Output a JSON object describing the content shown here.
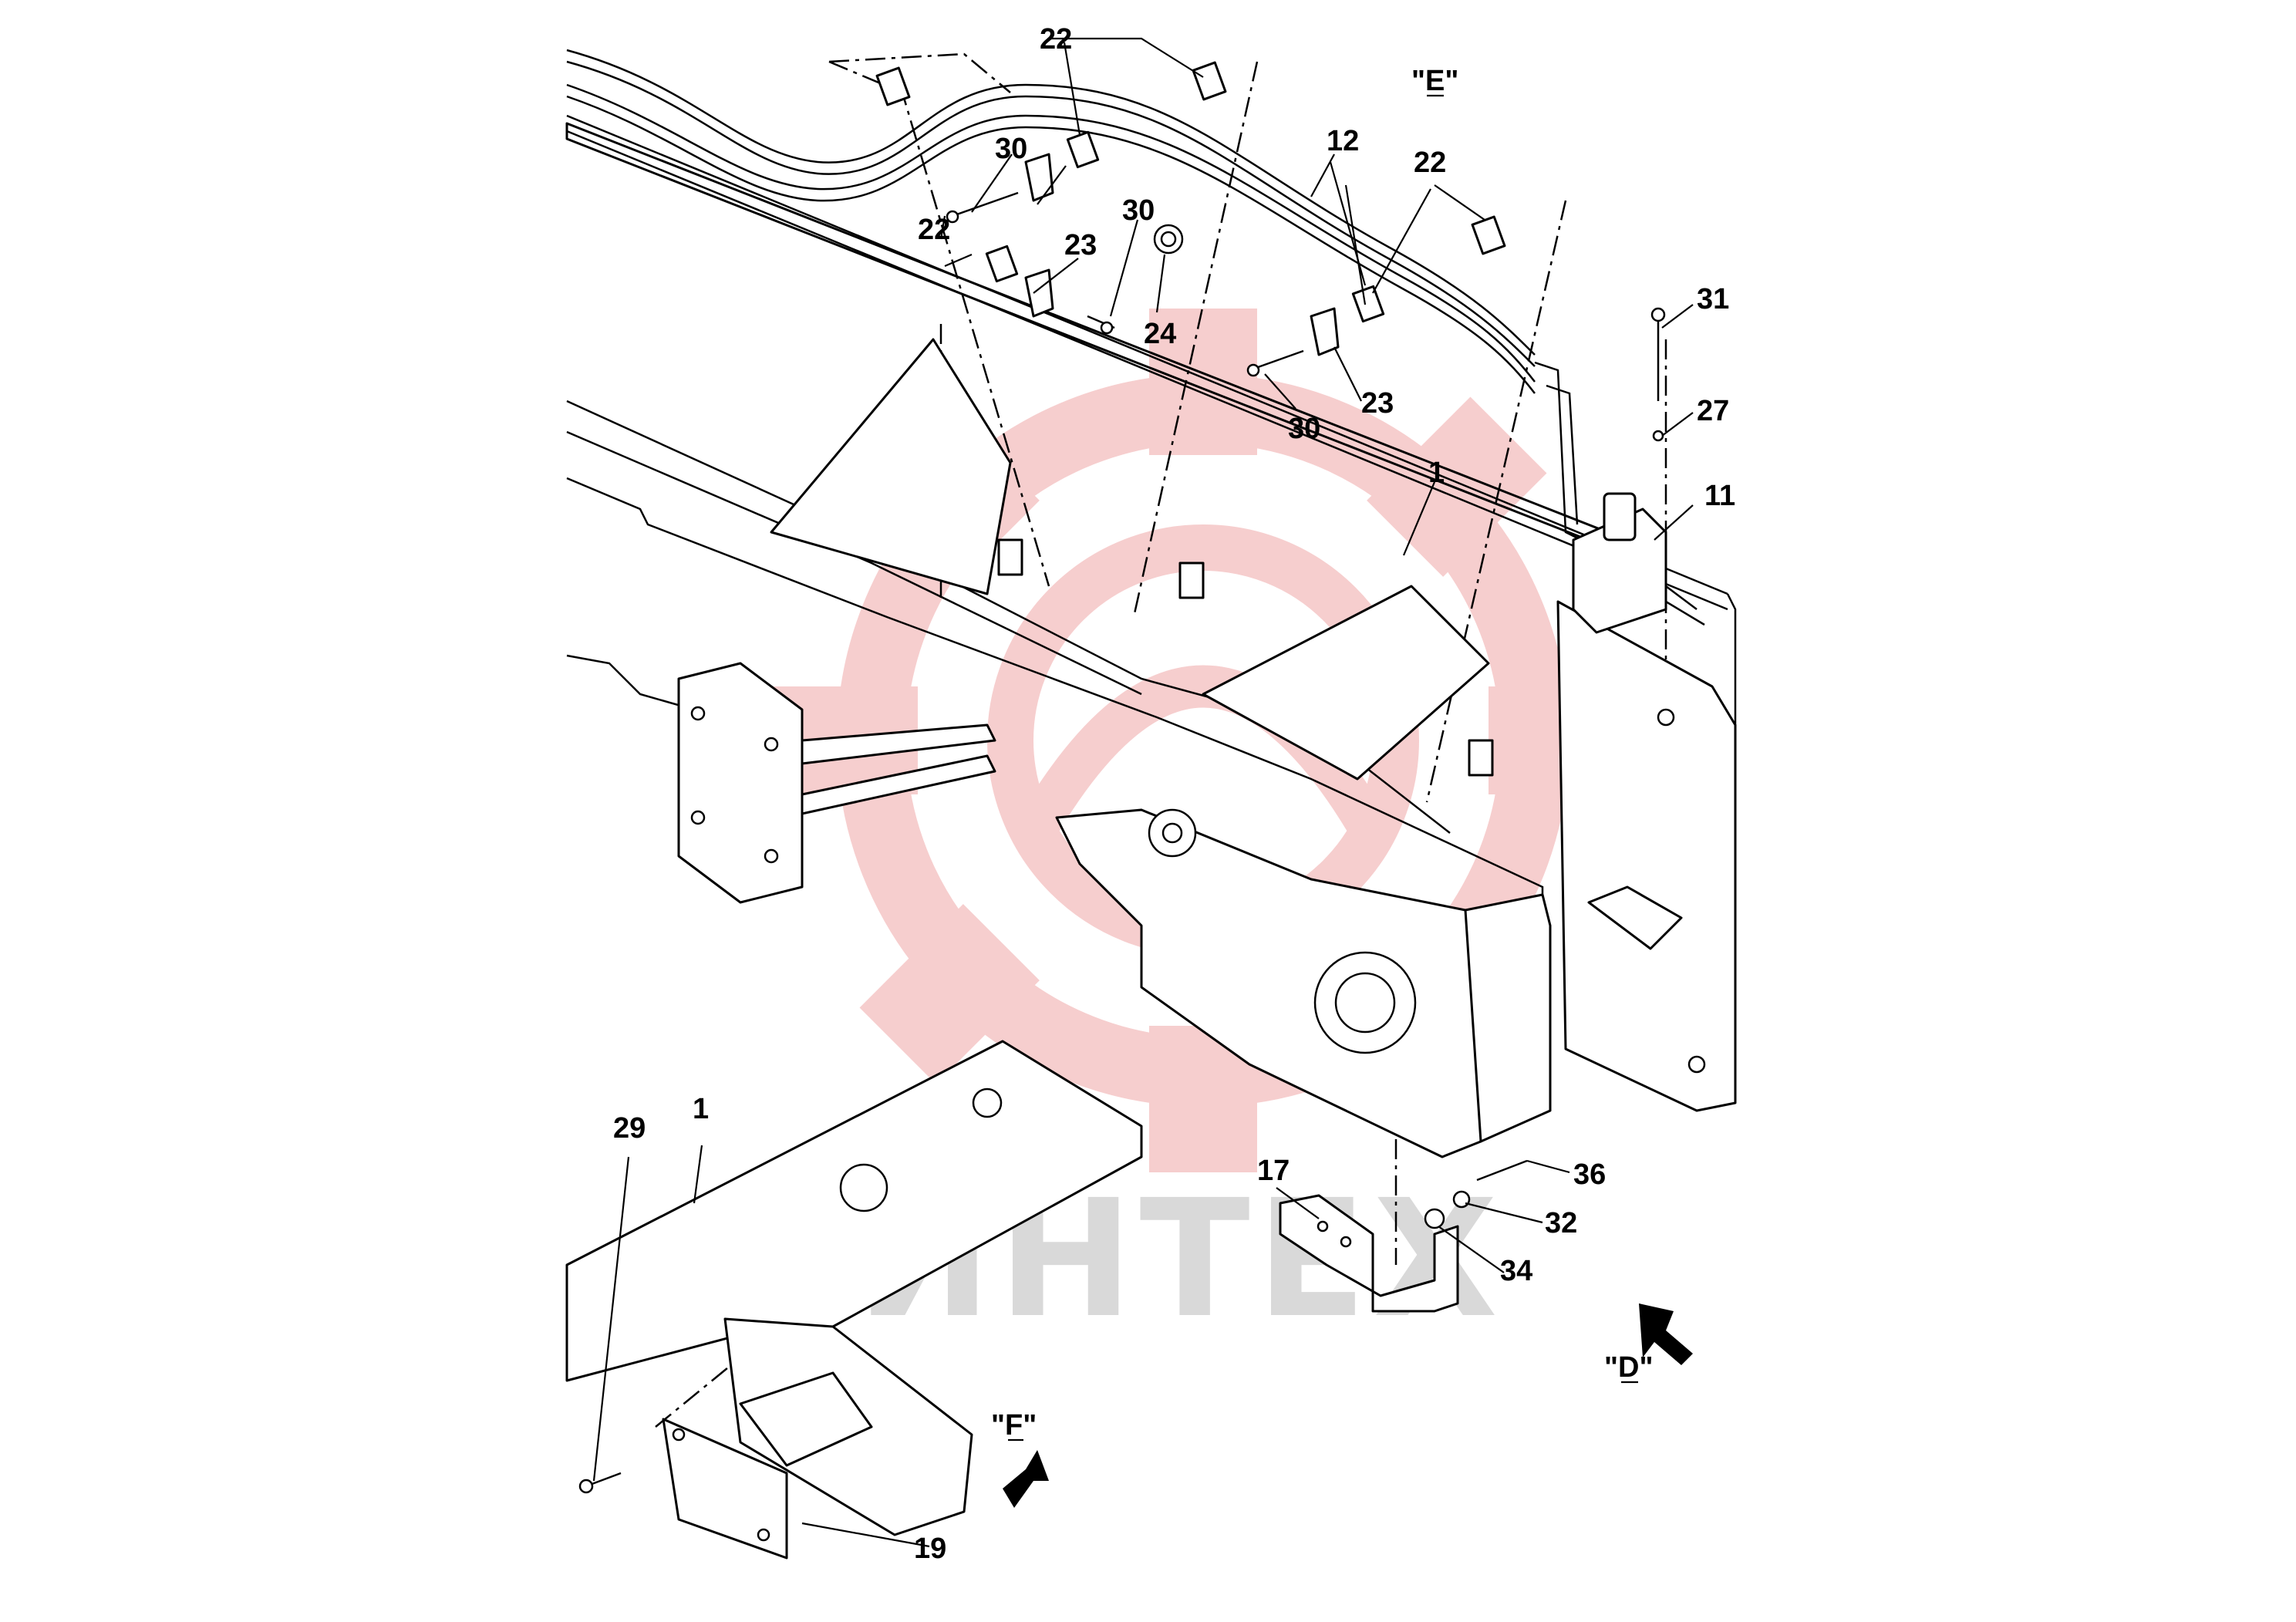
{
  "watermark": {
    "text": "ИНТЕХ",
    "gear_color": "#f5c6c6",
    "text_color": "#d9d9d9"
  },
  "views": {
    "e": "\"E\"",
    "d": "\"D\"",
    "f": "\"F\""
  },
  "callouts": {
    "c22a": "22",
    "c22b": "22",
    "c22c": "22",
    "c30a": "30",
    "c30b": "30",
    "c30c": "30",
    "c23a": "23",
    "c23b": "23",
    "c24": "24",
    "c12": "12",
    "c31": "31",
    "c27": "27",
    "c11": "11",
    "c1a": "1",
    "c1b": "1",
    "c29": "29",
    "c17": "17",
    "c36": "36",
    "c32": "32",
    "c34": "34",
    "c19": "19"
  }
}
